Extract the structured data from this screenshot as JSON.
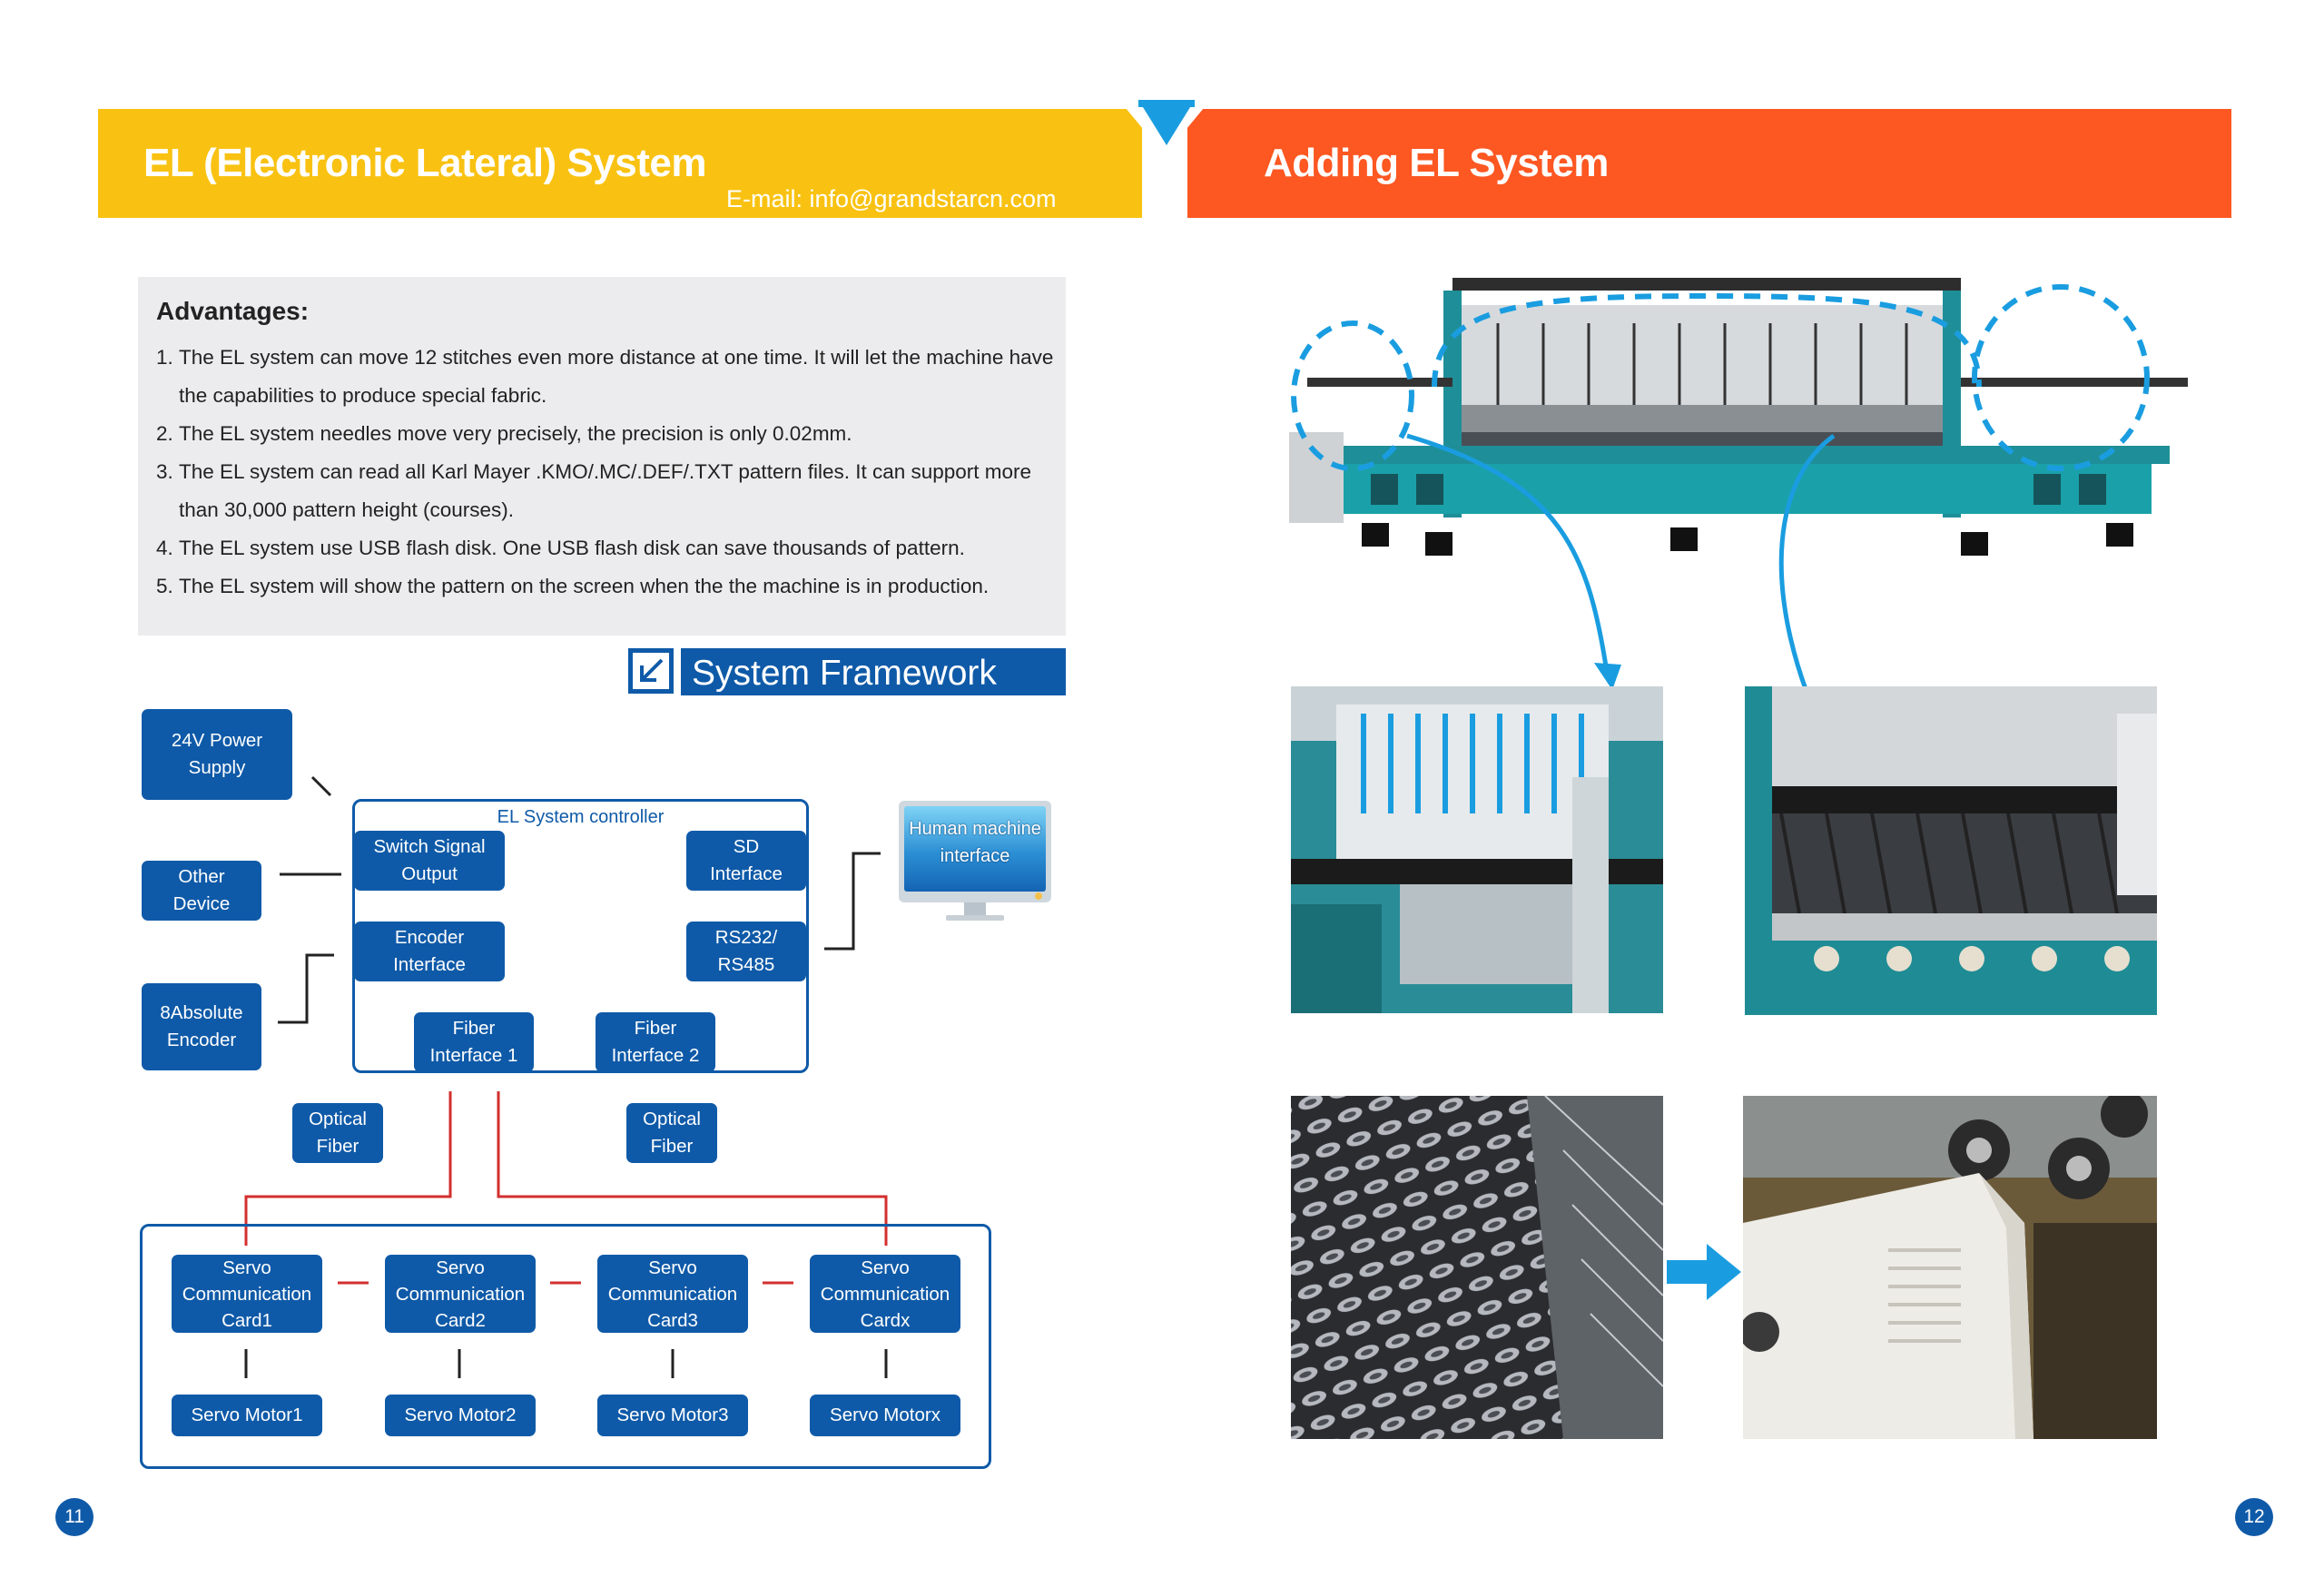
{
  "left_page": {
    "header_title": "EL (Electronic Lateral) System",
    "email": "E-mail: info@grandstarcn.com",
    "advantages_title": "Advantages:",
    "advantages": [
      {
        "num": "1.",
        "text": "The EL system can move 12 stitches even more distance at one time. It will let the machine have the capabilities to produce special fabric."
      },
      {
        "num": "2.",
        "text": "The EL system needles move very precisely, the precision is only 0.02mm."
      },
      {
        "num": "3.",
        "text": "The EL system can read all Karl Mayer .KMO/.MC/.DEF/.TXT pattern files. It can  support more than 30,000 pattern height (courses)."
      },
      {
        "num": "4.",
        "text": "The EL system use USB flash disk. One USB flash disk can save thousands of pattern."
      },
      {
        "num": "5.",
        "text": "The EL system will show the pattern on the screen when the the machine is in production."
      }
    ],
    "framework_title": "System Framework",
    "page_number": "11"
  },
  "diagram": {
    "power_supply": "24V Power\nSupply",
    "other_device": "Other\nDevice",
    "absolute_encoder": "8Absolute\nEncoder",
    "controller_title": "EL System controller",
    "switch_signal": "Switch Signal\nOutput",
    "sd_interface": "SD\nInterface",
    "encoder_interface": "Encoder\nInterface",
    "rs_interface": "RS232/\nRS485",
    "fiber_1": "Fiber\nInterface 1",
    "fiber_2": "Fiber\nInterface 2",
    "optical_fiber_1": "Optical\nFiber",
    "optical_fiber_2": "Optical\nFiber",
    "hmi": "Human machine\ninterface",
    "servo_cards": [
      "Servo\nCommunication\nCard1",
      "Servo\nCommunication\nCard2",
      "Servo\nCommunication\nCard3",
      "Servo\nCommunication\nCardx"
    ],
    "servo_motors": [
      "Servo Motor1",
      "Servo Motor2",
      "Servo Motor3",
      "Servo Motorx"
    ]
  },
  "right_page": {
    "header_title": "Adding EL System",
    "page_number": "12"
  },
  "colors": {
    "left_header": "#f9c212",
    "right_header": "#fd5722",
    "diagram_blue": "#0f5aa8",
    "accent_cyan": "#1a9de0",
    "link_red": "#d32f2f"
  }
}
